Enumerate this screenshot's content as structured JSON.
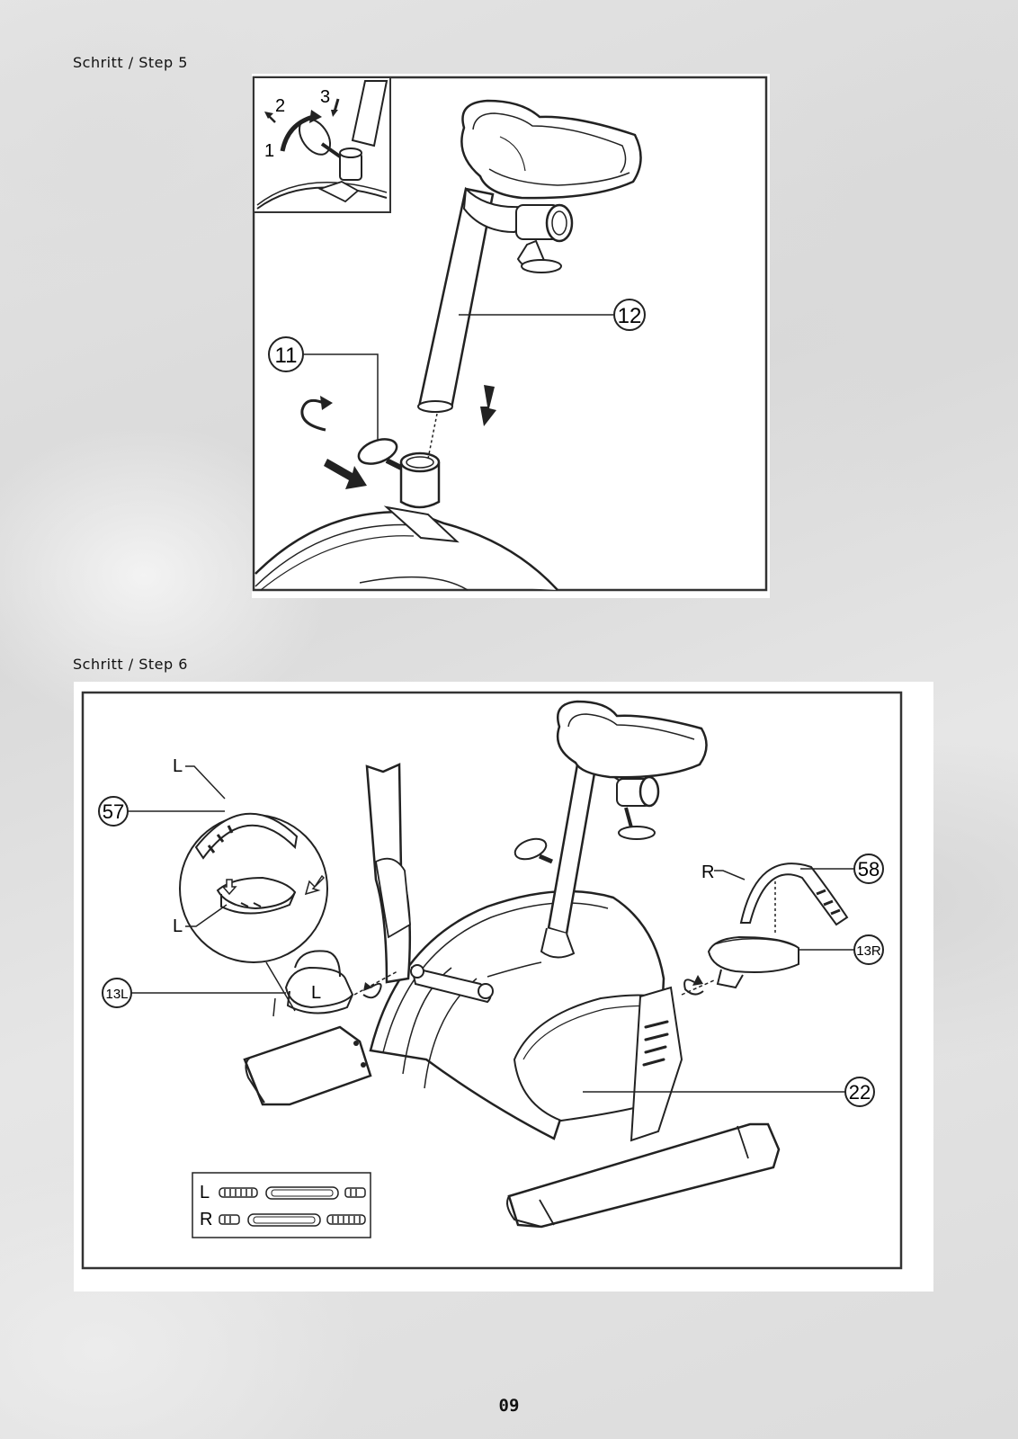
{
  "steps": [
    {
      "heading": "Schritt / Step 5",
      "inset_numbers": [
        "1",
        "2",
        "3"
      ],
      "parts": [
        "12",
        "11"
      ]
    },
    {
      "heading": "Schritt / Step 6",
      "labels": [
        "L",
        "L",
        "L",
        "R"
      ],
      "parts": [
        "57",
        "58",
        "13L",
        "13R",
        "22"
      ],
      "legend": {
        "left_label": "L",
        "right_label": "R"
      }
    }
  ],
  "page": {
    "number": "09"
  }
}
